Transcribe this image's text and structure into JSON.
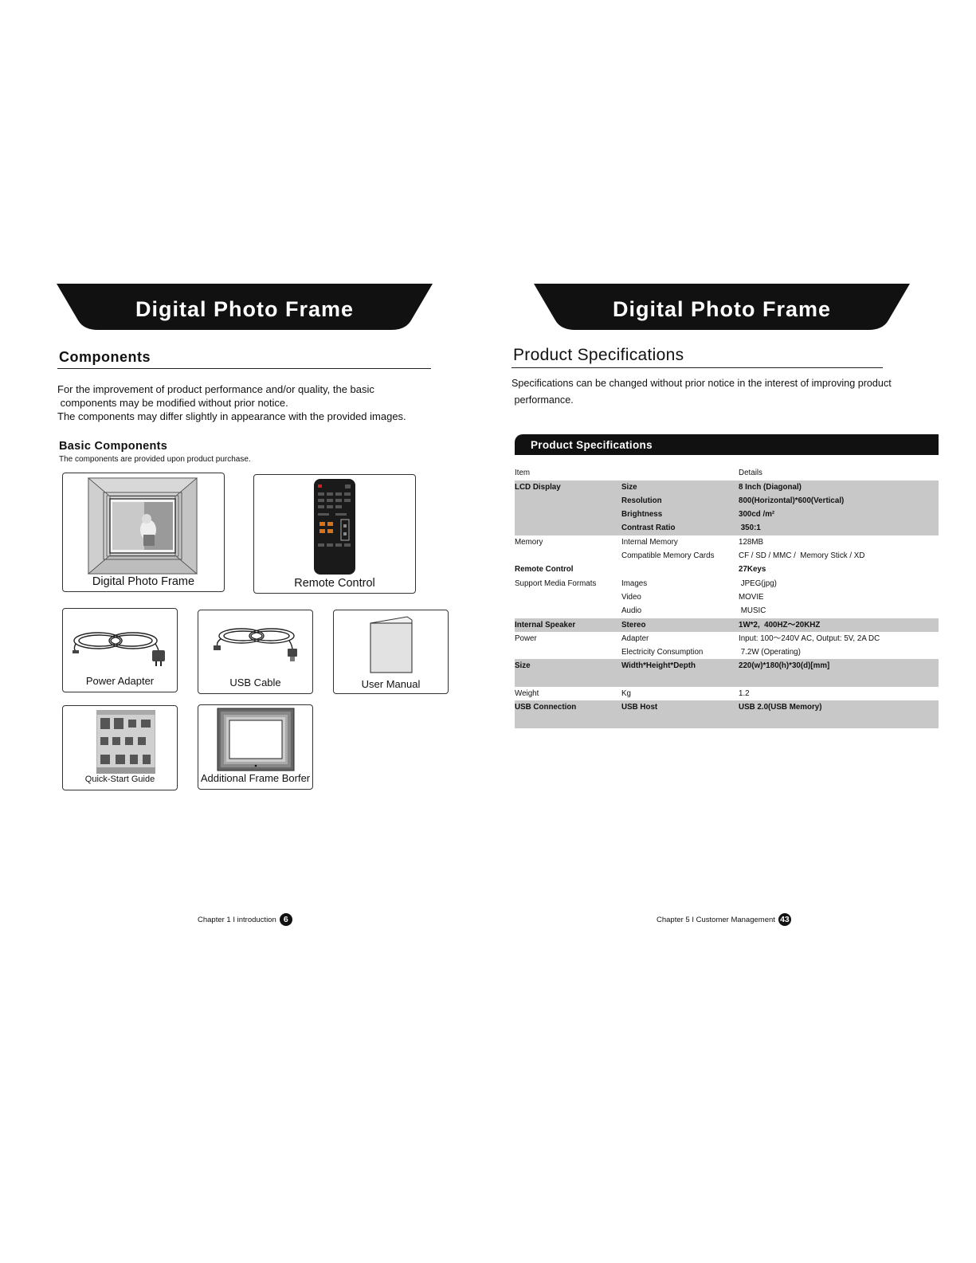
{
  "left_page": {
    "banner_title": "Digital Photo Frame",
    "section_title": "Components",
    "intro_lines": [
      "For the improvement of product performance and/or quality, the basic",
      " components may be modified without prior notice.",
      "The components may differ slightly in appearance with the provided images."
    ],
    "basic_title": "Basic Components",
    "basic_note": "The components are provided upon product purchase.",
    "components": [
      {
        "label": "Digital Photo Frame"
      },
      {
        "label": "Remote Control"
      },
      {
        "label": "Power Adapter"
      },
      {
        "label": "USB Cable"
      },
      {
        "label": "User Manual"
      },
      {
        "label": "Quick-Start Guide"
      },
      {
        "label": "Additional Frame Borfer"
      }
    ],
    "footer_text": "Chapter 1 I introduction",
    "page_number": "6"
  },
  "right_page": {
    "banner_title": "Digital Photo Frame",
    "section_title": "Product Specifications",
    "intro_lines": [
      "Specifications can be changed without prior notice in the interest of improving product",
      " performance."
    ],
    "table_title": "Product Specifications",
    "table": {
      "header": {
        "item": "Item",
        "sub": "",
        "details": "Details"
      },
      "rows": [
        {
          "item": "LCD Display",
          "sub": "Size",
          "details": "8 Inch (Diagonal)",
          "shade": true,
          "bold": true
        },
        {
          "item": "",
          "sub": "Resolution",
          "details": "800(Horizontal)*600(Vertical)",
          "shade": true,
          "bold": true
        },
        {
          "item": "",
          "sub": "Brightness",
          "details": "300cd /m²",
          "shade": true,
          "bold": true
        },
        {
          "item": "",
          "sub": "Contrast Ratio",
          "details": " 350:1",
          "shade": true,
          "bold": true
        },
        {
          "item": "Memory",
          "sub": "Internal Memory",
          "details": "128MB",
          "shade": false,
          "bold": false
        },
        {
          "item": "",
          "sub": "Compatible Memory Cards",
          "details": "CF / SD / MMC /  Memory Stick / XD",
          "shade": false,
          "bold": false
        },
        {
          "item": "Remote Control",
          "sub": "",
          "details": "27Keys",
          "shade": false,
          "bold": true
        },
        {
          "item": "Support Media Formats",
          "sub": "Images",
          "details": " JPEG(jpg)",
          "shade": false,
          "bold": false
        },
        {
          "item": "",
          "sub": "Video",
          "details": "MOVIE",
          "shade": false,
          "bold": false
        },
        {
          "item": "",
          "sub": "Audio",
          "details": " MUSIC",
          "shade": false,
          "bold": false
        },
        {
          "item": "Internal Speaker",
          "sub": "Stereo",
          "details": "1W*2,  400HZ～20KHZ",
          "shade": true,
          "bold": true
        },
        {
          "item": "Power",
          "sub": "Adapter",
          "details": "Input: 100～240V AC, Output: 5V, 2A DC",
          "shade": false,
          "bold": false
        },
        {
          "item": "",
          "sub": "Electricity Consumption",
          "details": " 7.2W (Operating)",
          "shade": false,
          "bold": false
        },
        {
          "item": "Size",
          "sub": "Width*Height*Depth",
          "details": "220(w)*180(h)*30(d)[mm]",
          "shade": true,
          "bold": true
        },
        {
          "item": "",
          "sub": "",
          "details": "",
          "shade": true,
          "bold": true
        },
        {
          "item": "Weight",
          "sub": "Kg",
          "details": "1.2",
          "shade": false,
          "bold": false
        },
        {
          "item": "USB Connection",
          "sub": "USB Host",
          "details": "USB 2.0(USB Memory)",
          "shade": true,
          "bold": true
        },
        {
          "item": "",
          "sub": "",
          "details": "",
          "shade": true,
          "bold": true
        }
      ]
    },
    "footer_text": "Chapter 5 I Customer Management",
    "page_number": "43"
  }
}
